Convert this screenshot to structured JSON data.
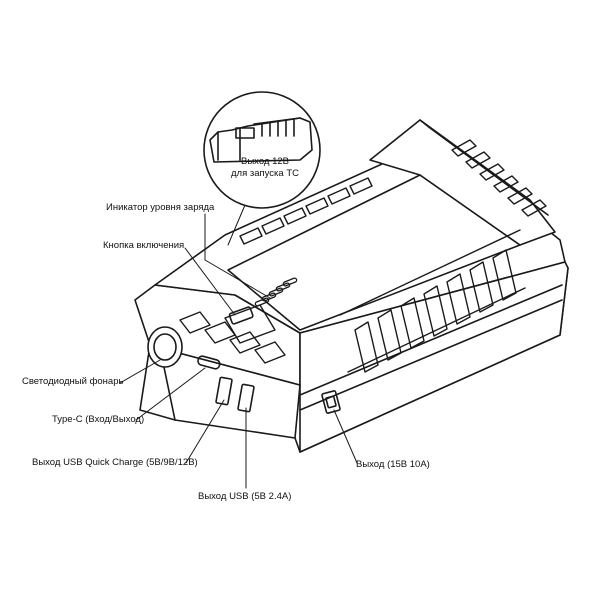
{
  "labels": {
    "output_12v": "Выход 12В",
    "output_12v_sub": "для запуска ТС",
    "charge_indicator": "Иникатор уровня заряда",
    "power_button": "Кнопка включения",
    "led_flashlight": "Светодиодный фонарь",
    "type_c": "Type-C (Вход/Выход)",
    "usb_qc": "Выход USB Quick Charge (5В/9В/12В)",
    "usb": "Выход USB (5В 2.4А)",
    "dc_output": "Выход (15В 10А)"
  },
  "colors": {
    "stroke": "#1a1a1a",
    "fill": "#ffffff",
    "text": "#111111"
  }
}
